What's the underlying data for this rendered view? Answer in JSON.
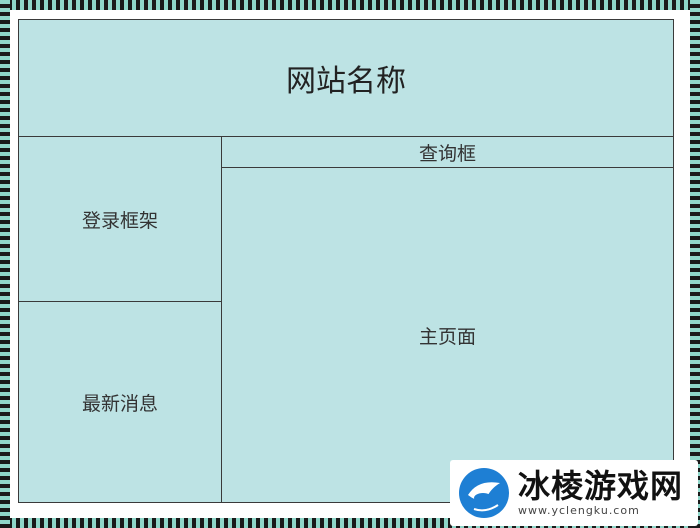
{
  "diagram": {
    "header": "网站名称",
    "login": "登录框架",
    "news": "最新消息",
    "search": "查询框",
    "main": "主页面"
  },
  "watermark": {
    "title": "冰棱游戏网",
    "url": "www.yclengku.com"
  },
  "colors": {
    "panel": "#bde3e4",
    "border": "#3a3a3a",
    "frame_dash": "#8fd6c9",
    "logo": "#1e7fd4"
  }
}
